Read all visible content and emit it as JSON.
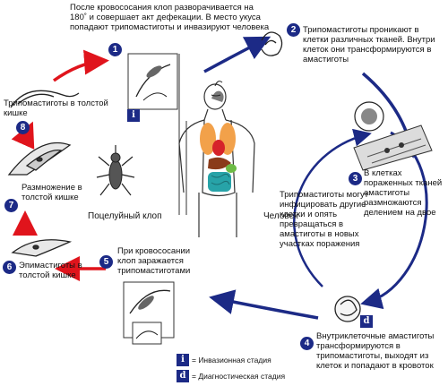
{
  "steps": {
    "s1": {
      "num": "1",
      "text": "После кровососания клоп разворачивается на 180˚ и совершает акт дефекации. В место укуса попадают трипомастиготы и инвазируют человека"
    },
    "s2": {
      "num": "2",
      "text": "Трипомастиготы проникают в клетки различных тканей. Внутри клеток они трансформируются в амастиготы"
    },
    "s3": {
      "num": "3",
      "text": "В клетках пораженных тканей амастиготы размножаются делением на двое"
    },
    "s4": {
      "num": "4",
      "text": "Внутриклеточные амастиготы трансформируются в трипомастиготы, выходят из клеток и попадают в кровоток"
    },
    "s5": {
      "num": "5",
      "text": "При кровососании клоп заражается трипомастиготами"
    },
    "s6": {
      "num": "6",
      "text": "Эпимастиготы в толстой кишке"
    },
    "s7": {
      "num": "7",
      "text": "Размножение в толстой кишке"
    },
    "s8": {
      "num": "8",
      "text": "Трипомастиготы в толстой кишке"
    }
  },
  "labels": {
    "human": "Человек",
    "bug": "Поцелуйный клоп",
    "reinfect": "Трипомастиготы могут инфицировать другие клетки и опять превращаться в амастиготы в новых участках поражения"
  },
  "legend": {
    "i_symbol": "i",
    "i_text": "= Инвазионная стадия",
    "d_symbol": "d",
    "d_text": "= Диагностическая стадия"
  },
  "colors": {
    "human_side": "#1c2a86",
    "bug_side": "#e0141c",
    "step_circle": "#1c2a86"
  }
}
